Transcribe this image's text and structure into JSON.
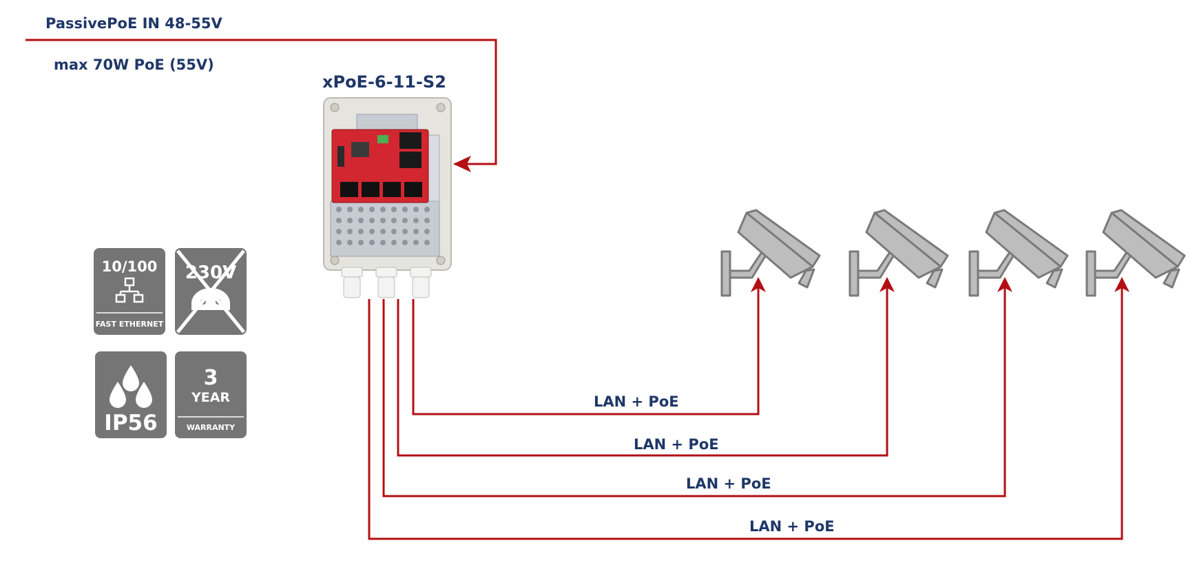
{
  "colors": {
    "wire": "#b30f14",
    "label": "#1f3768",
    "badge": "#757575",
    "camera": "#bdbdbd",
    "camera_stroke": "#7a7a7a",
    "board": "#d22730",
    "enclosure": "#e6e4de"
  },
  "power": {
    "input_label": "PassivePoE IN 48-55V",
    "max_label": "max 70W PoE (55V)"
  },
  "device": {
    "name": "xPoE-6-11-S2"
  },
  "links": [
    {
      "label": "LAN + PoE"
    },
    {
      "label": "LAN + PoE"
    },
    {
      "label": "LAN + PoE"
    },
    {
      "label": "LAN + PoE"
    }
  ],
  "badges": {
    "ethernet": {
      "speed": "10/100",
      "caption": "FAST ETHERNET",
      "icon": "network-topology-icon"
    },
    "voltage": {
      "value": "230V",
      "icon": "no-mains-plug-icon"
    },
    "ip": {
      "rating": "IP56",
      "icon": "water-drops-icon"
    },
    "warranty": {
      "years": "3",
      "unit": "YEAR",
      "caption": "WARRANTY"
    }
  },
  "cameras": [
    {
      "icon": "cctv-camera-icon"
    },
    {
      "icon": "cctv-camera-icon"
    },
    {
      "icon": "cctv-camera-icon"
    },
    {
      "icon": "cctv-camera-icon"
    }
  ]
}
